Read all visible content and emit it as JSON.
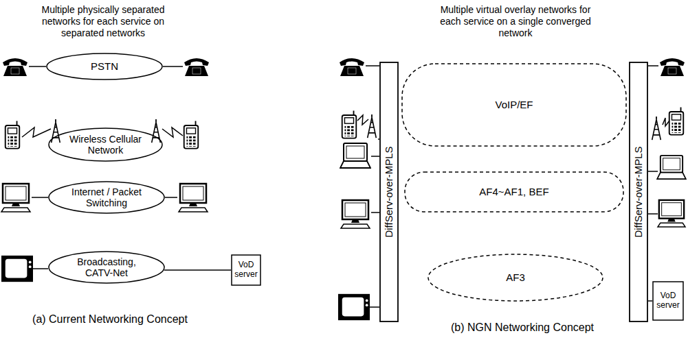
{
  "diagram": {
    "nodes": [
      {
        "text": [
          "PSTN"
        ]
      },
      {
        "text": [
          "Wireless Cellular Network"
        ]
      },
      {
        "text": [
          "Internet / Packet Switching"
        ]
      },
      {
        "text": [
          "Broadcasting, CATV-Net"
        ]
      },
      {
        "text": [
          "VoD server"
        ]
      },
      {
        "text": [
          "DiffServ-over-MPLS"
        ]
      },
      {
        "text": [
          "VoIP/EF"
        ]
      },
      {
        "text": [
          "AF4~AF1, BEF"
        ]
      },
      {
        "text": [
          "AF3"
        ]
      },
      {
        "text": [
          "DiffServ-over-MPLS"
        ]
      },
      {
        "text": [
          "VoD server"
        ]
      }
    ],
    "edges": [
      {
        "from": 3,
        "to": 4,
        "arrow": "none"
      },
      {
        "from": 9,
        "to": 10,
        "arrow": "none"
      }
    ],
    "labels": [
      "Multiple physically separated networks for each service on separated networks",
      "Multiple virtual overlay networks for each service on a single converged network",
      "(a) Current Networking Concept",
      "(b) NGN Networking Concept"
    ]
  }
}
